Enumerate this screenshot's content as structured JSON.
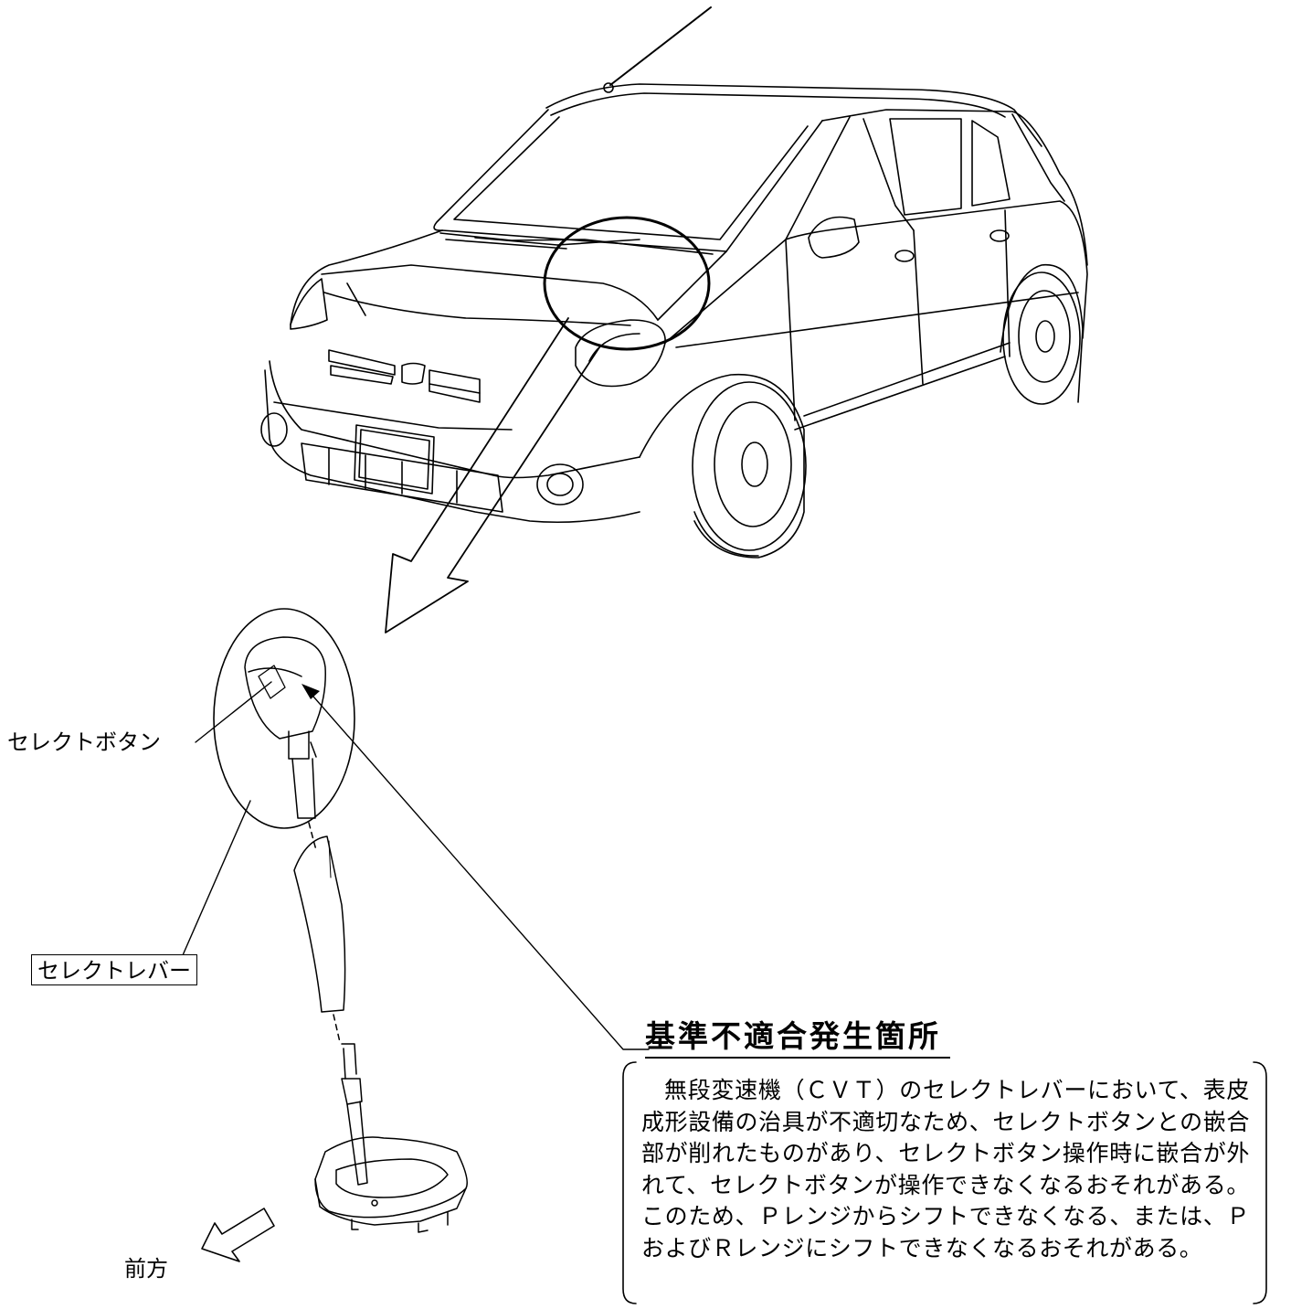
{
  "labels": {
    "select_button": "セレクトボタン",
    "select_lever": "セレクトレバー",
    "forward": "前方"
  },
  "callout": {
    "heading": "基準不適合発生箇所",
    "body": "無段変速機（ＣＶＴ）のセレクトレバーにおいて、表皮成形設備の治具が不適切なため、セレクトボタンとの嵌合部が削れたものがあり、セレクトボタン操作時に嵌合が外れて、セレクトボタンが操作できなくなるおそれがある。このため、Ｐレンジからシフトできなくなる、または、ＰおよびＲレンジにシフトできなくなるおそれがある。"
  }
}
